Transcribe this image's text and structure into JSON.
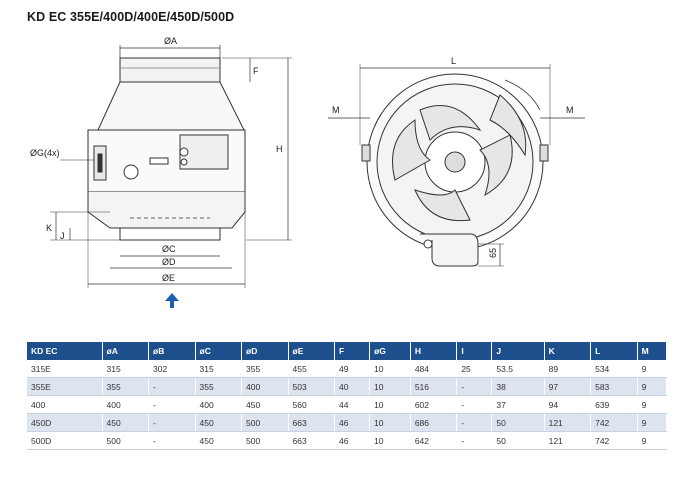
{
  "title": "KD EC 355E/400D/400E/450D/500D",
  "labels": {
    "dA": "ØA",
    "F": "F",
    "H": "H",
    "dG": "ØG(4x)",
    "K": "K",
    "J": "J",
    "dC": "ØC",
    "dD": "ØD",
    "dE": "ØE",
    "L": "L",
    "M_left": "M",
    "M_right": "M",
    "n65": "65"
  },
  "colors": {
    "header_bg": "#1d4f8c",
    "row_alt": "#dde4ef",
    "arrow": "#1d5fb4"
  },
  "icons": {
    "airflow": "arrow-up-icon"
  },
  "table": {
    "headers": [
      "KD EC",
      "øA",
      "øB",
      "øC",
      "øD",
      "øE",
      "F",
      "øG",
      "H",
      "I",
      "J",
      "K",
      "L",
      "M"
    ],
    "rows": [
      [
        "315E",
        "315",
        "302",
        "315",
        "355",
        "455",
        "49",
        "10",
        "484",
        "25",
        "53.5",
        "89",
        "534",
        "9"
      ],
      [
        "355E",
        "355",
        "-",
        "355",
        "400",
        "503",
        "40",
        "10",
        "516",
        "-",
        "38",
        "97",
        "583",
        "9"
      ],
      [
        "400",
        "400",
        "-",
        "400",
        "450",
        "560",
        "44",
        "10",
        "602",
        "-",
        "37",
        "94",
        "639",
        "9"
      ],
      [
        "450D",
        "450",
        "-",
        "450",
        "500",
        "663",
        "46",
        "10",
        "686",
        "-",
        "50",
        "121",
        "742",
        "9"
      ],
      [
        "500D",
        "500",
        "-",
        "450",
        "500",
        "663",
        "46",
        "10",
        "642",
        "-",
        "50",
        "121",
        "742",
        "9"
      ]
    ]
  }
}
